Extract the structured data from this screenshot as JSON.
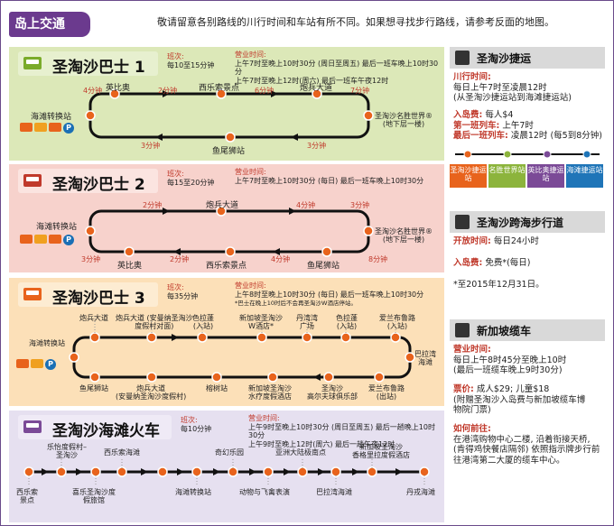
{
  "header": {
    "label": "岛上交通",
    "note": "敬请留意各别路线的川行时间和车站有所不同。如果想寻找步行路线，请参考反面的地图。"
  },
  "bus1": {
    "title": "圣淘沙巴士 1",
    "freq_label": "班次:",
    "freq": "每10至15分钟",
    "hours_label": "营业时间:",
    "hours_1": "上午7时至晚上10时30分 (周日至周五) 最后一班车晚上10时30分",
    "hours_2": "上午7时至晚上12时(周六) 最后一班车午夜12时",
    "stops": {
      "beach": "海滩转换站",
      "siloso": "英比奥",
      "merlion_w": "西乐索景点",
      "fort": "炮兵大道",
      "rws": "圣淘沙名胜世界®",
      "rws2": "(地下层一楼)",
      "merlion": "鱼尾狮站"
    },
    "mins": [
      "4分钟",
      "2分钟",
      "6分钟",
      "7分钟",
      "3分钟",
      "3分钟"
    ]
  },
  "bus2": {
    "title": "圣淘沙巴士 2",
    "freq_label": "班次:",
    "freq": "每15至20分钟",
    "hours_label": "营业时间:",
    "hours_1": "上午7时至晚上10时30分 (每日) 最后一班车晚上10时30分",
    "stops": {
      "beach": "海滩转换站",
      "fort": "炮兵大道",
      "rws": "圣淘沙名胜世界®",
      "rws2": "(地下层一楼)",
      "imbiah": "英比奥",
      "siloso": "西乐索景点",
      "merlion": "鱼尾狮站"
    },
    "mins": [
      "2分钟",
      "4分钟",
      "3分钟",
      "3分钟",
      "2分钟",
      "4分钟",
      "8分钟"
    ]
  },
  "bus3": {
    "title": "圣淘沙巴士 3",
    "freq_label": "班次:",
    "freq": "每35分钟",
    "hours_label": "营业时间:",
    "hours_1": "上午8时至晚上10时30分 (每日) 最后一班车晚上10时30分",
    "hours_note": "*巴士在晚上10时后不会再圣淘沙W酒店停站。",
    "top_stops": [
      {
        "a": "炮兵大道",
        "b": ""
      },
      {
        "a": "炮兵大道 (安曼纳圣淘沙",
        "b": "度假村对面)"
      },
      {
        "a": "色拉蓬",
        "b": "(入站)"
      },
      {
        "a": "新加坡圣淘沙",
        "b": "W酒店*"
      },
      {
        "a": "丹湾湾",
        "b": "广场"
      },
      {
        "a": "色拉蓬",
        "b": "(入站)"
      },
      {
        "a": "爱兰布鲁路",
        "b": "(入站)"
      }
    ],
    "bottom_stops": [
      {
        "a": "鱼尾狮站",
        "b": ""
      },
      {
        "a": "炮兵大道",
        "b": "(安曼纳圣淘沙度假村)"
      },
      {
        "a": "榕树站",
        "b": ""
      },
      {
        "a": "新加坡圣淘沙",
        "b": "水疗度假酒店"
      },
      {
        "a": "圣淘沙",
        "b": "高尔夫球俱乐部"
      },
      {
        "a": "爱兰布鲁路",
        "b": "(出站)"
      }
    ],
    "beach": "海滩转换站",
    "palawan": "巴拉湾海滩"
  },
  "tram": {
    "title": "圣淘沙海滩火车",
    "freq_label": "班次:",
    "freq": "每10分钟",
    "hours_label": "营业时间:",
    "hours_1": "上午9时至晚上10时30分 (周日至周五) 最后一趟晚上10时30分",
    "hours_2": "上午9时至晚上12时(周六) 最后一趟午夜12时",
    "top_stops": [
      {
        "a": "乐怡度假村–",
        "b": "圣淘沙"
      },
      {
        "a": "西乐索海滩",
        "b": ""
      },
      {
        "a": "奇幻乐园",
        "b": ""
      },
      {
        "a": "亚洲大陆极南点",
        "b": ""
      },
      {
        "a": "新加坡圣淘沙",
        "b": "香格里拉度假酒店"
      }
    ],
    "bottom_stops": [
      {
        "a": "西乐索",
        "b": "景点"
      },
      {
        "a": "喜乐圣淘沙度",
        "b": "假旅馆"
      },
      {
        "a": "海滩转换站",
        "b": ""
      },
      {
        "a": "动物与飞禽表演",
        "b": ""
      },
      {
        "a": "巴拉湾海滩",
        "b": ""
      },
      {
        "a": "丹戎海滩",
        "b": ""
      }
    ]
  },
  "express": {
    "title": "圣淘沙捷运",
    "hours_label": "川行时间:",
    "hours_1": "每日上午7时至凌晨12时",
    "hours_2": "(从圣淘沙捷运站到海滩捷运站)",
    "fee_label": "入岛费:",
    "fee": "每人$4",
    "first_label": "第一班列车:",
    "first": "上午7时",
    "last_label": "最后一班列车:",
    "last": "凌晨12时 (每5到8分钟)",
    "stations": [
      "圣淘沙捷运站",
      "名胜世界站",
      "英比奥捷运站",
      "海滩捷运站"
    ],
    "colors": [
      "#e8631c",
      "#8cb43c",
      "#7b4a97",
      "#1f75b8"
    ]
  },
  "boardwalk": {
    "title": "圣淘沙跨海步行道",
    "hours_label": "开放时间:",
    "hours": "每日24小时",
    "fee_label": "入岛费:",
    "fee": "免费*(每日)",
    "note": "*至2015年12月31日。"
  },
  "cablecar": {
    "title": "新加坡缆车",
    "hours_label": "营业时间:",
    "hours_1": "每日上午8时45分至晚上10时",
    "hours_2": "(最后一班缆车晚上9时30分)",
    "fee_label": "票价:",
    "fee": "成人$29; 儿童$18",
    "fee_note_1": "(附赠圣淘沙入岛费与新加坡缆车博",
    "fee_note_2": "物院门票)",
    "how_label": "如何前往:",
    "how_1": "在港湾购物中心二楼, 沿着衔接天桥,",
    "how_2": "(肯得鸡快餐店隔邻) 依照指示牌步行前",
    "how_3": "往港湾第二大厦的缆车中心。"
  }
}
